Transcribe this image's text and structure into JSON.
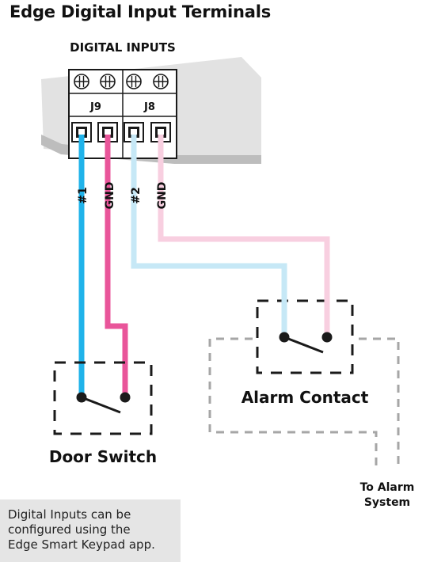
{
  "title": "Edge Digital Input Terminals",
  "header_label": "DIGITAL INPUTS",
  "connectors": [
    "J9",
    "J8"
  ],
  "wire_labels": [
    "#1",
    "GND",
    "#2",
    "GND"
  ],
  "door_switch_label": "Door Switch",
  "alarm_contact_label": "Alarm Contact",
  "alarm_system_label": [
    "To Alarm",
    "System"
  ],
  "note_lines": [
    "Digital Inputs can be",
    "configured using the",
    "Edge Smart Keypad app."
  ],
  "colors": {
    "wire_blue": "#20b3ea",
    "wire_pink": "#e9559a",
    "wire_light_blue": "#c6e8f6",
    "wire_light_pink": "#f8cfe0",
    "panel": "#e2e2e2",
    "dashed": "#a6a6a6"
  }
}
